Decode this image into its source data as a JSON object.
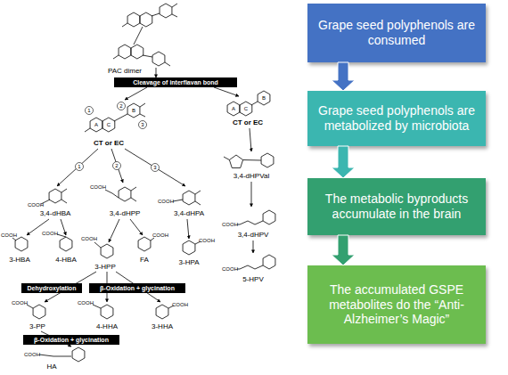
{
  "diagram": {
    "nodes": [
      {
        "text": [
          "Cleavage of interflavan bond"
        ]
      },
      {
        "text": [
          "Dehydroxylation"
        ]
      },
      {
        "text": [
          "β-Oxidation + glycination"
        ]
      },
      {
        "text": [
          "β-Oxidation + glycination"
        ]
      },
      {
        "text": [
          "Grape seed polyphenols are consumed"
        ]
      },
      {
        "text": [
          "Grape seed polyphenols are metabolized by microbiota"
        ]
      },
      {
        "text": [
          "The metabolic byproducts accumulate in the brain"
        ]
      },
      {
        "text": [
          "The accumulated GSPE metabolites do the “Anti-Alzheimer’s Magic”"
        ]
      }
    ],
    "edges": [
      {
        "from": 4,
        "to": 5,
        "arrow": "to"
      },
      {
        "from": 5,
        "to": 6,
        "arrow": "to"
      },
      {
        "from": 6,
        "to": 7,
        "arrow": "to"
      }
    ],
    "labels": [
      "PAC dimer",
      "CT or EC",
      "CT or EC",
      "1",
      "2",
      "3",
      "1",
      "2",
      "3",
      "A",
      "C",
      "B",
      "A",
      "C",
      "B",
      "3,4-dHBA",
      "3,4-dHPP",
      "3,4-dHPA",
      "3,4-dHPVal",
      "3,4-dHPV",
      "5-HPV",
      "3-HBA",
      "4-HBA",
      "3-HPP",
      "FA",
      "3-HPA",
      "3-PP",
      "4-HHA",
      "3-HHA",
      "HA",
      "COOH",
      "COOH",
      "COOH",
      "COOH",
      "COOH",
      "COOH",
      "COOH",
      "COOH",
      "COOH",
      "COOH",
      "COOH",
      "COOH",
      "COOH",
      "COOH"
    ]
  }
}
